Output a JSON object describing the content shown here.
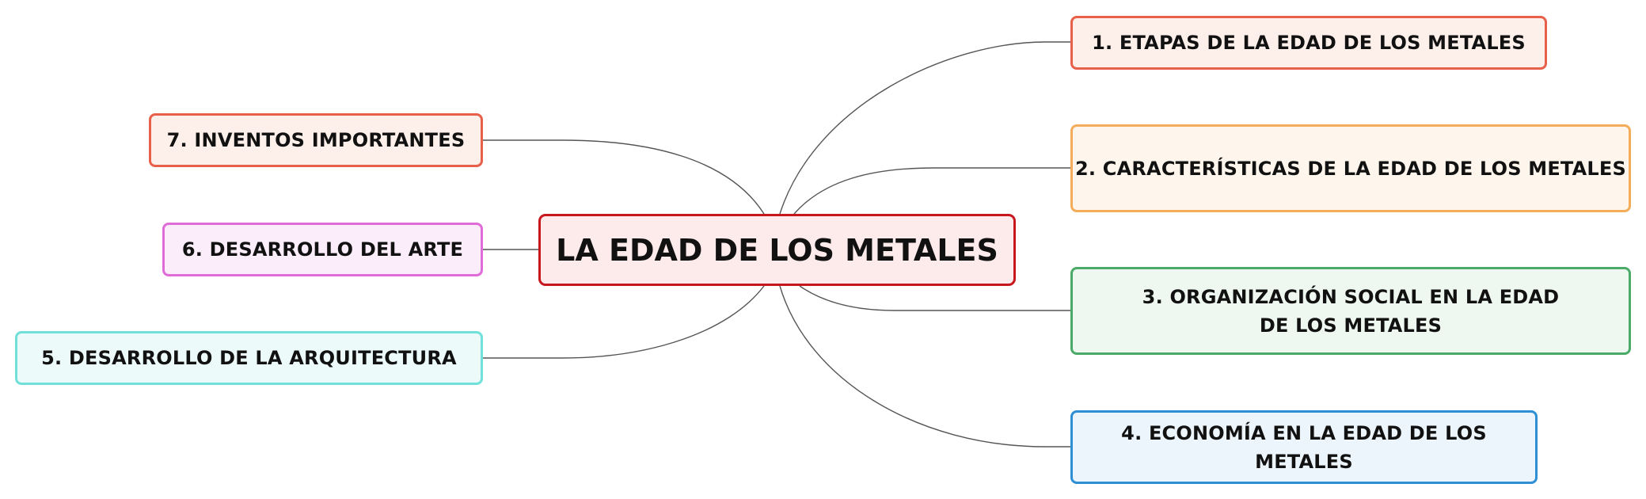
{
  "central": {
    "label": "LA EDAD DE LOS METALES"
  },
  "branches": [
    {
      "label": "1. ETAPAS DE LA EDAD DE LOS METALES",
      "border_color": "#e8604a",
      "fill_color": "#fdefea"
    },
    {
      "label": "2. CARACTERÍSTICAS DE LA EDAD DE LOS METALES",
      "border_color": "#f2ac5a",
      "fill_color": "#fef6ec"
    },
    {
      "label": "3. ORGANIZACIÓN SOCIAL EN LA EDAD DE LOS METALES",
      "border_color": "#4caa68",
      "fill_color": "#eef8f1"
    },
    {
      "label": "4. ECONOMÍA EN LA EDAD DE LOS METALES",
      "border_color": "#2f8fd4",
      "fill_color": "#edf5fc"
    },
    {
      "label": "5. DESARROLLO DE LA ARQUITECTURA",
      "border_color": "#72e0da",
      "fill_color": "#ecfafa"
    },
    {
      "label": "6. DESARROLLO DEL ARTE",
      "border_color": "#e06cd8",
      "fill_color": "#fcedfb"
    },
    {
      "label": "7. INVENTOS IMPORTANTES",
      "border_color": "#e8604a",
      "fill_color": "#fdefea"
    }
  ],
  "colors": {
    "central_border": "#c8161d",
    "central_fill": "#fdeaea",
    "connector": "#555555"
  }
}
